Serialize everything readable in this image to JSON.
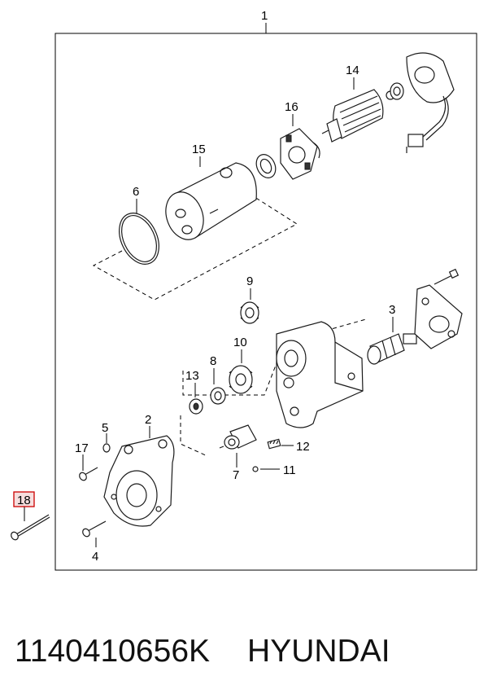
{
  "diagram": {
    "callouts": {
      "c1": "1",
      "c2": "2",
      "c3": "3",
      "c4": "4",
      "c5": "5",
      "c6": "6",
      "c7": "7",
      "c8": "8",
      "c9": "9",
      "c10": "10",
      "c11": "11",
      "c12": "12",
      "c13": "13",
      "c14": "14",
      "c15": "15",
      "c16": "16",
      "c17": "17",
      "c18": "18"
    },
    "highlight_color": "#cc0000"
  },
  "footer": {
    "part_number": "1140410656K",
    "brand": "HYUNDAI"
  }
}
